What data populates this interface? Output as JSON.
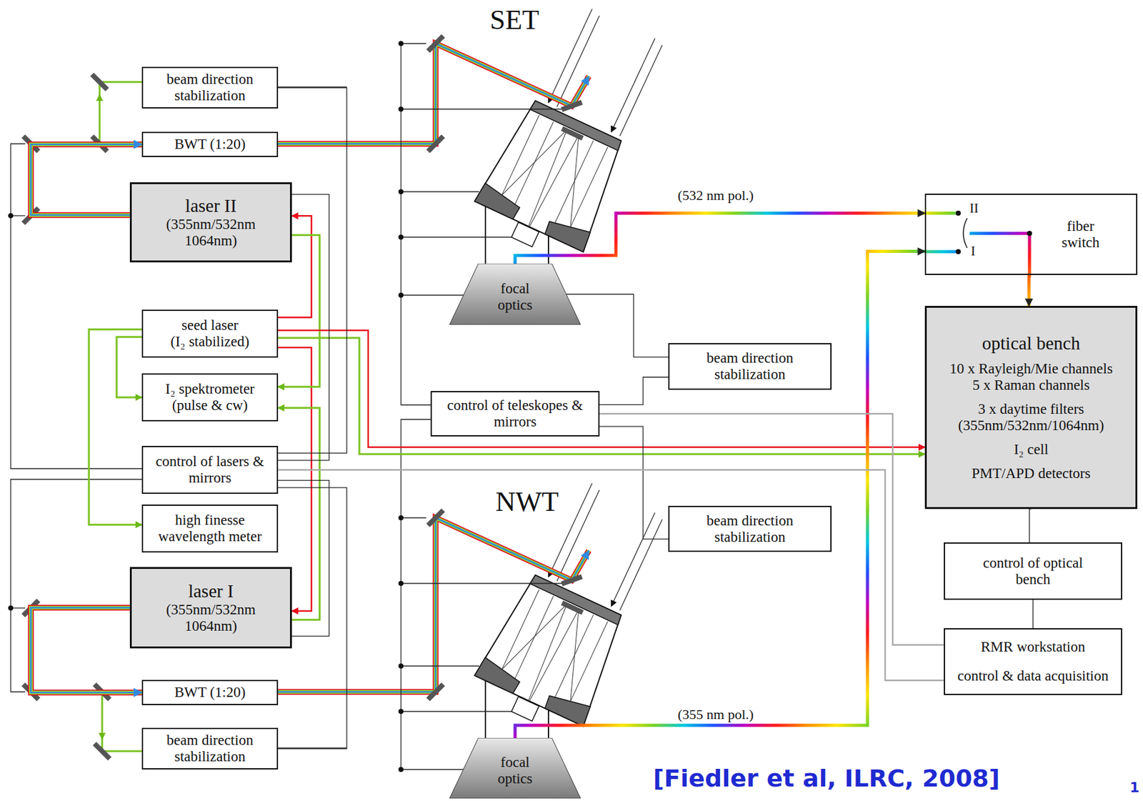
{
  "diagram": {
    "nodes": [
      {
        "text": [
          "beam direction stabilization"
        ]
      },
      {
        "text": [
          "BWT (1:20)"
        ]
      },
      {
        "text": [
          "laser II",
          "(355nm/532nm 1064nm)"
        ]
      },
      {
        "text": [
          "seed laser",
          "(I₂ stabilized)"
        ]
      },
      {
        "text": [
          "I₂ spektrometer",
          "(pulse & cw)"
        ]
      },
      {
        "text": [
          "control of lasers & mirrors"
        ]
      },
      {
        "text": [
          "high finesse wavelength meter"
        ]
      },
      {
        "text": [
          "laser I",
          "(355nm/532nm 1064nm)"
        ]
      },
      {
        "text": [
          "BWT (1:20)"
        ]
      },
      {
        "text": [
          "beam direction stabilization"
        ]
      },
      {
        "text": [
          "focal optics"
        ]
      },
      {
        "text": [
          "beam direction stabilization"
        ]
      },
      {
        "text": [
          "control of teleskopes & mirrors"
        ]
      },
      {
        "text": [
          "fiber switch"
        ]
      },
      {
        "text": [
          "optical bench",
          "10 x Rayleigh/Mie channels",
          "5 x Raman channels",
          "3 x daytime filters (355nm/532nm/1064nm)",
          "I₂ cell",
          "PMT/APD detectors"
        ]
      },
      {
        "text": [
          "beam direction stabilization"
        ]
      },
      {
        "text": [
          "control of optical bench"
        ]
      },
      {
        "text": [
          "RMR workstation",
          "control & data acquisition"
        ]
      },
      {
        "text": [
          "focal optics"
        ]
      }
    ],
    "edges": [
      {
        "from": 2,
        "to": 1,
        "arrow": "to"
      },
      {
        "from": 7,
        "to": 8,
        "arrow": "to"
      },
      {
        "from": 3,
        "to": 2,
        "arrow": "to"
      },
      {
        "from": 3,
        "to": 7,
        "arrow": "to"
      },
      {
        "from": 2,
        "to": 4,
        "arrow": "to"
      },
      {
        "from": 7,
        "to": 4,
        "arrow": "to"
      },
      {
        "from": 3,
        "to": 4,
        "arrow": "to"
      },
      {
        "from": 3,
        "to": 6,
        "arrow": "to"
      },
      {
        "from": 3,
        "to": 14,
        "arrow": "to"
      },
      {
        "from": 3,
        "to": 14,
        "arrow": "to"
      },
      {
        "from": 10,
        "to": 13,
        "label": "(532 nm pol.)",
        "arrow": "to"
      },
      {
        "from": 18,
        "to": 13,
        "label": "(355 nm pol.)",
        "arrow": "to"
      },
      {
        "from": 13,
        "to": 14,
        "arrow": "to"
      },
      {
        "from": 10,
        "to": 11,
        "arrow": "none"
      },
      {
        "from": 12,
        "to": 11,
        "arrow": "none"
      },
      {
        "from": 12,
        "to": 15,
        "arrow": "none"
      },
      {
        "from": 12,
        "to": 17,
        "arrow": "none"
      },
      {
        "from": 5,
        "to": 17,
        "arrow": "none"
      },
      {
        "from": 14,
        "to": 16,
        "arrow": "none"
      },
      {
        "from": 16,
        "to": 17,
        "arrow": "none"
      },
      {
        "from": 0,
        "to": 5,
        "arrow": "none"
      },
      {
        "from": 2,
        "to": 5,
        "arrow": "none"
      },
      {
        "from": 7,
        "to": 5,
        "arrow": "none"
      },
      {
        "from": 9,
        "to": 5,
        "arrow": "none"
      }
    ],
    "labels": [
      "SET",
      "NWT",
      "II",
      "I",
      "[Fiedler et al, ILRC, 2008]",
      "1"
    ]
  }
}
